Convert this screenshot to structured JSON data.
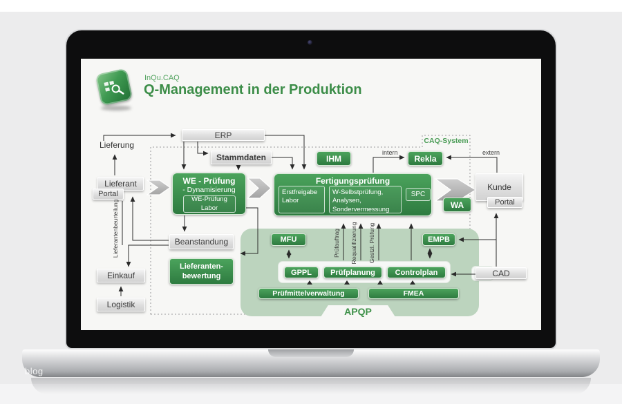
{
  "watermark": "blog",
  "header": {
    "brand": "InQu.CAQ",
    "title": "Q-Management in der Produktion"
  },
  "diagram": {
    "system_label": "CAQ-System",
    "apqp_label": "APQP",
    "flow_labels": {
      "lieferung": "Lieferung",
      "intern": "intern",
      "extern": "extern",
      "lieferantenbeurteilung": "Lieferantenbeurteilung",
      "pruefauftrag": "Prüfauftrag",
      "requalifizierung": "Requalifizierung",
      "gestzl_pruefung": "Gestzl. Prüfung"
    },
    "nodes": {
      "erp": "ERP",
      "stammdaten": "Stammdaten",
      "lieferant": "Lieferant",
      "portal_links": "Portal",
      "einkauf": "Einkauf",
      "logistik": "Logistik",
      "beanstandung": "Beanstandung",
      "lieferantenbewertung": "Lieferanten- bewertung",
      "kunde": "Kunde",
      "portal_rechts": "Portal",
      "cad": "CAD",
      "ihm": "IHM",
      "rekla": "Rekla",
      "wa": "WA",
      "we_pruefung": "WE - Prüfung",
      "we_dynamisierung": "- Dynamisierung",
      "we_labor": "WE-Prüfung Labor",
      "fertigungspruefung": "Fertigungsprüfung",
      "erstfreigabe_labor": "Erstfreigabe Labor",
      "w_selbstpruefung": "W-Selbstprüfung, Analysen, Sondervermessung",
      "spc": "SPC",
      "mfu": "MFU",
      "empb": "EMPB",
      "gppl": "GPPL",
      "pruefplanung": "Prüfplanung",
      "controlplan": "Controlplan",
      "pruefmittelverwaltung": "Prüfmittelverwaltung",
      "fmea": "FMEA"
    }
  },
  "colors": {
    "accent_green": "#3e9149",
    "node_green": "#3a8a4c",
    "panel_green": "#bcd4be",
    "line_gray": "#2b2b2b"
  }
}
